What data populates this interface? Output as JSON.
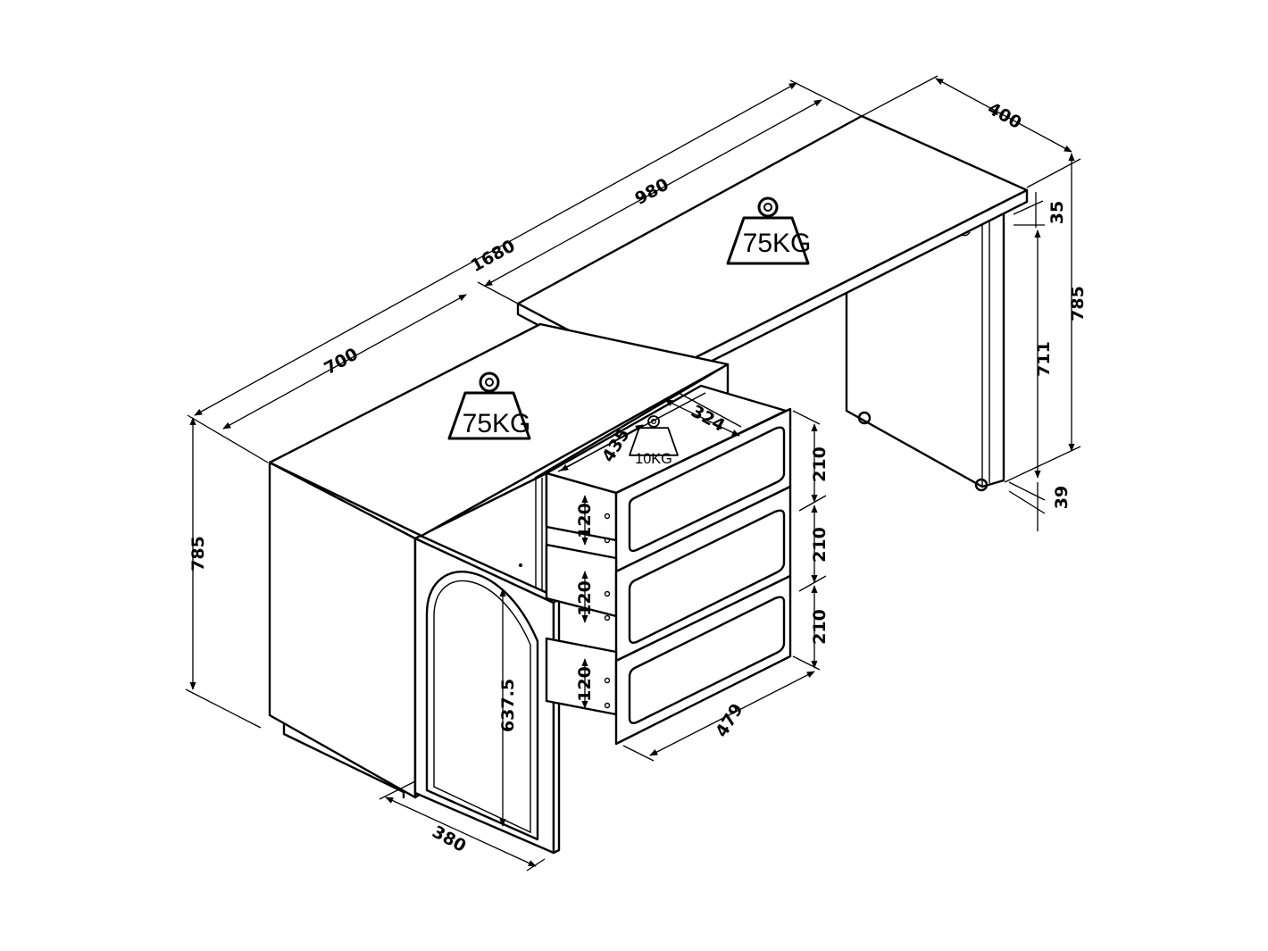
{
  "dimensions": {
    "total_length": "1680",
    "extension_length": "980",
    "base_length": "700",
    "depth": "400",
    "top_thickness": "35",
    "total_height_right": "785",
    "leg_height": "711",
    "caster_height": "39",
    "total_height_left": "785",
    "drawer_depth": "435",
    "drawer_width": "324",
    "drawer_front_1": "210",
    "drawer_front_2": "210",
    "drawer_front_3": "210",
    "drawer_inner_1": "120",
    "drawer_inner_2": "120",
    "drawer_inner_3": "120",
    "drawer_bank_width": "479",
    "door_height": "637.5",
    "door_width": "380"
  },
  "loads": {
    "extension_top": "75KG",
    "base_top": "75KG",
    "drawer": "10KG"
  }
}
